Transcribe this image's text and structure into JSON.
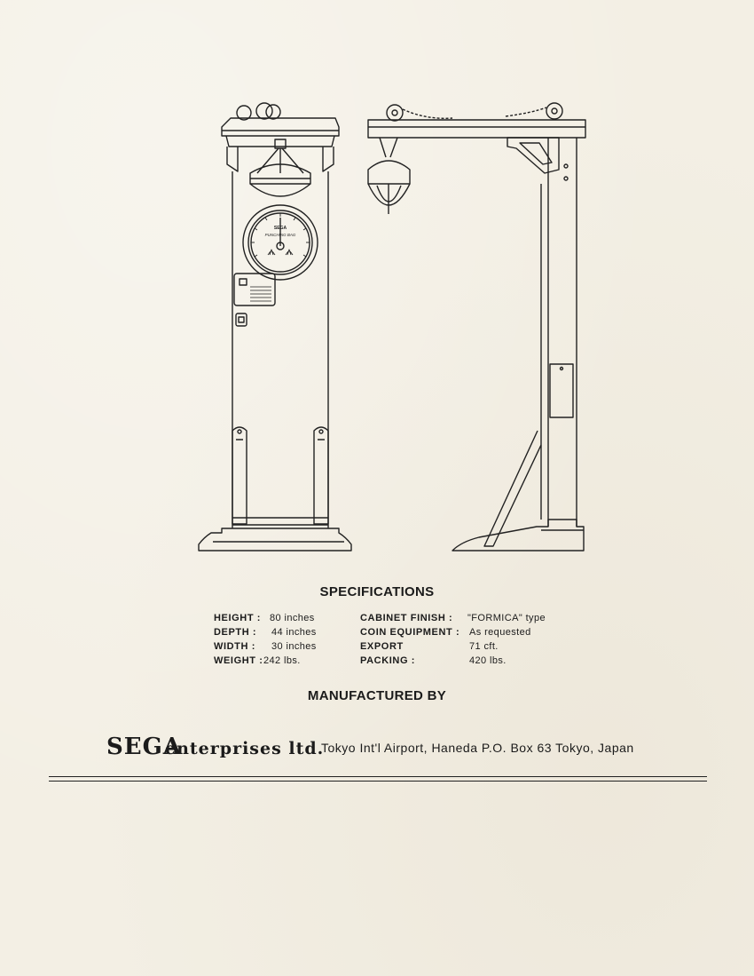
{
  "specifications": {
    "title": "SPECIFICATIONS",
    "left": [
      {
        "label": "HEIGHT :",
        "value": "80 inches"
      },
      {
        "label": "DEPTH :",
        "value": "44 inches"
      },
      {
        "label": "WIDTH :",
        "value": "30 inches"
      },
      {
        "label": "WEIGHT :",
        "value": "242 lbs."
      }
    ],
    "right": [
      {
        "label": "CABINET FINISH :",
        "value": "\"FORMICA\" type"
      },
      {
        "label": "COIN EQUIPMENT :",
        "value": "As requested"
      },
      {
        "label": "EXPORT",
        "value": "71 cft."
      },
      {
        "label": "PACKING :",
        "value": "420 lbs."
      }
    ]
  },
  "manufacturer": {
    "title": "MANUFACTURED BY",
    "logo": "SEGA",
    "company": "enterprises ltd.",
    "address": "Tokyo Int'l Airport, Haneda P.O. Box 63 Tokyo, Japan"
  },
  "illustration": {
    "dial_brand": "SEGA",
    "dial_label": "PUNCHING BAG"
  }
}
